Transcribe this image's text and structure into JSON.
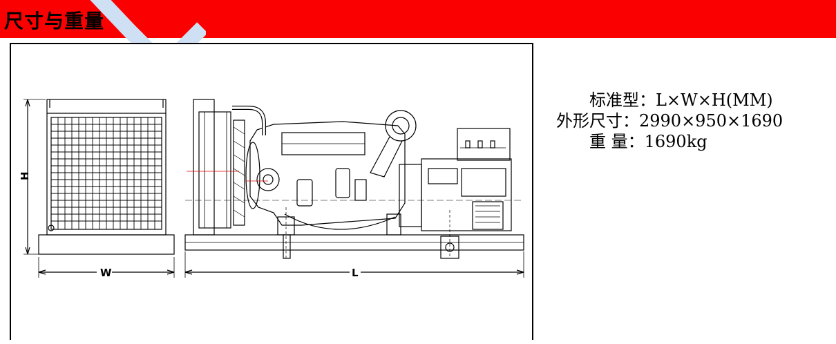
{
  "header": {
    "title": "尺寸与重量",
    "bar_color": "#fb0000"
  },
  "drawing": {
    "labels": {
      "height": "H",
      "width": "W",
      "length": "L"
    }
  },
  "specs": {
    "line1": "标准型：L×W×H(MM)",
    "line2": "外形尺寸：2990×950×1690",
    "line3": "重 量：1690kg"
  }
}
